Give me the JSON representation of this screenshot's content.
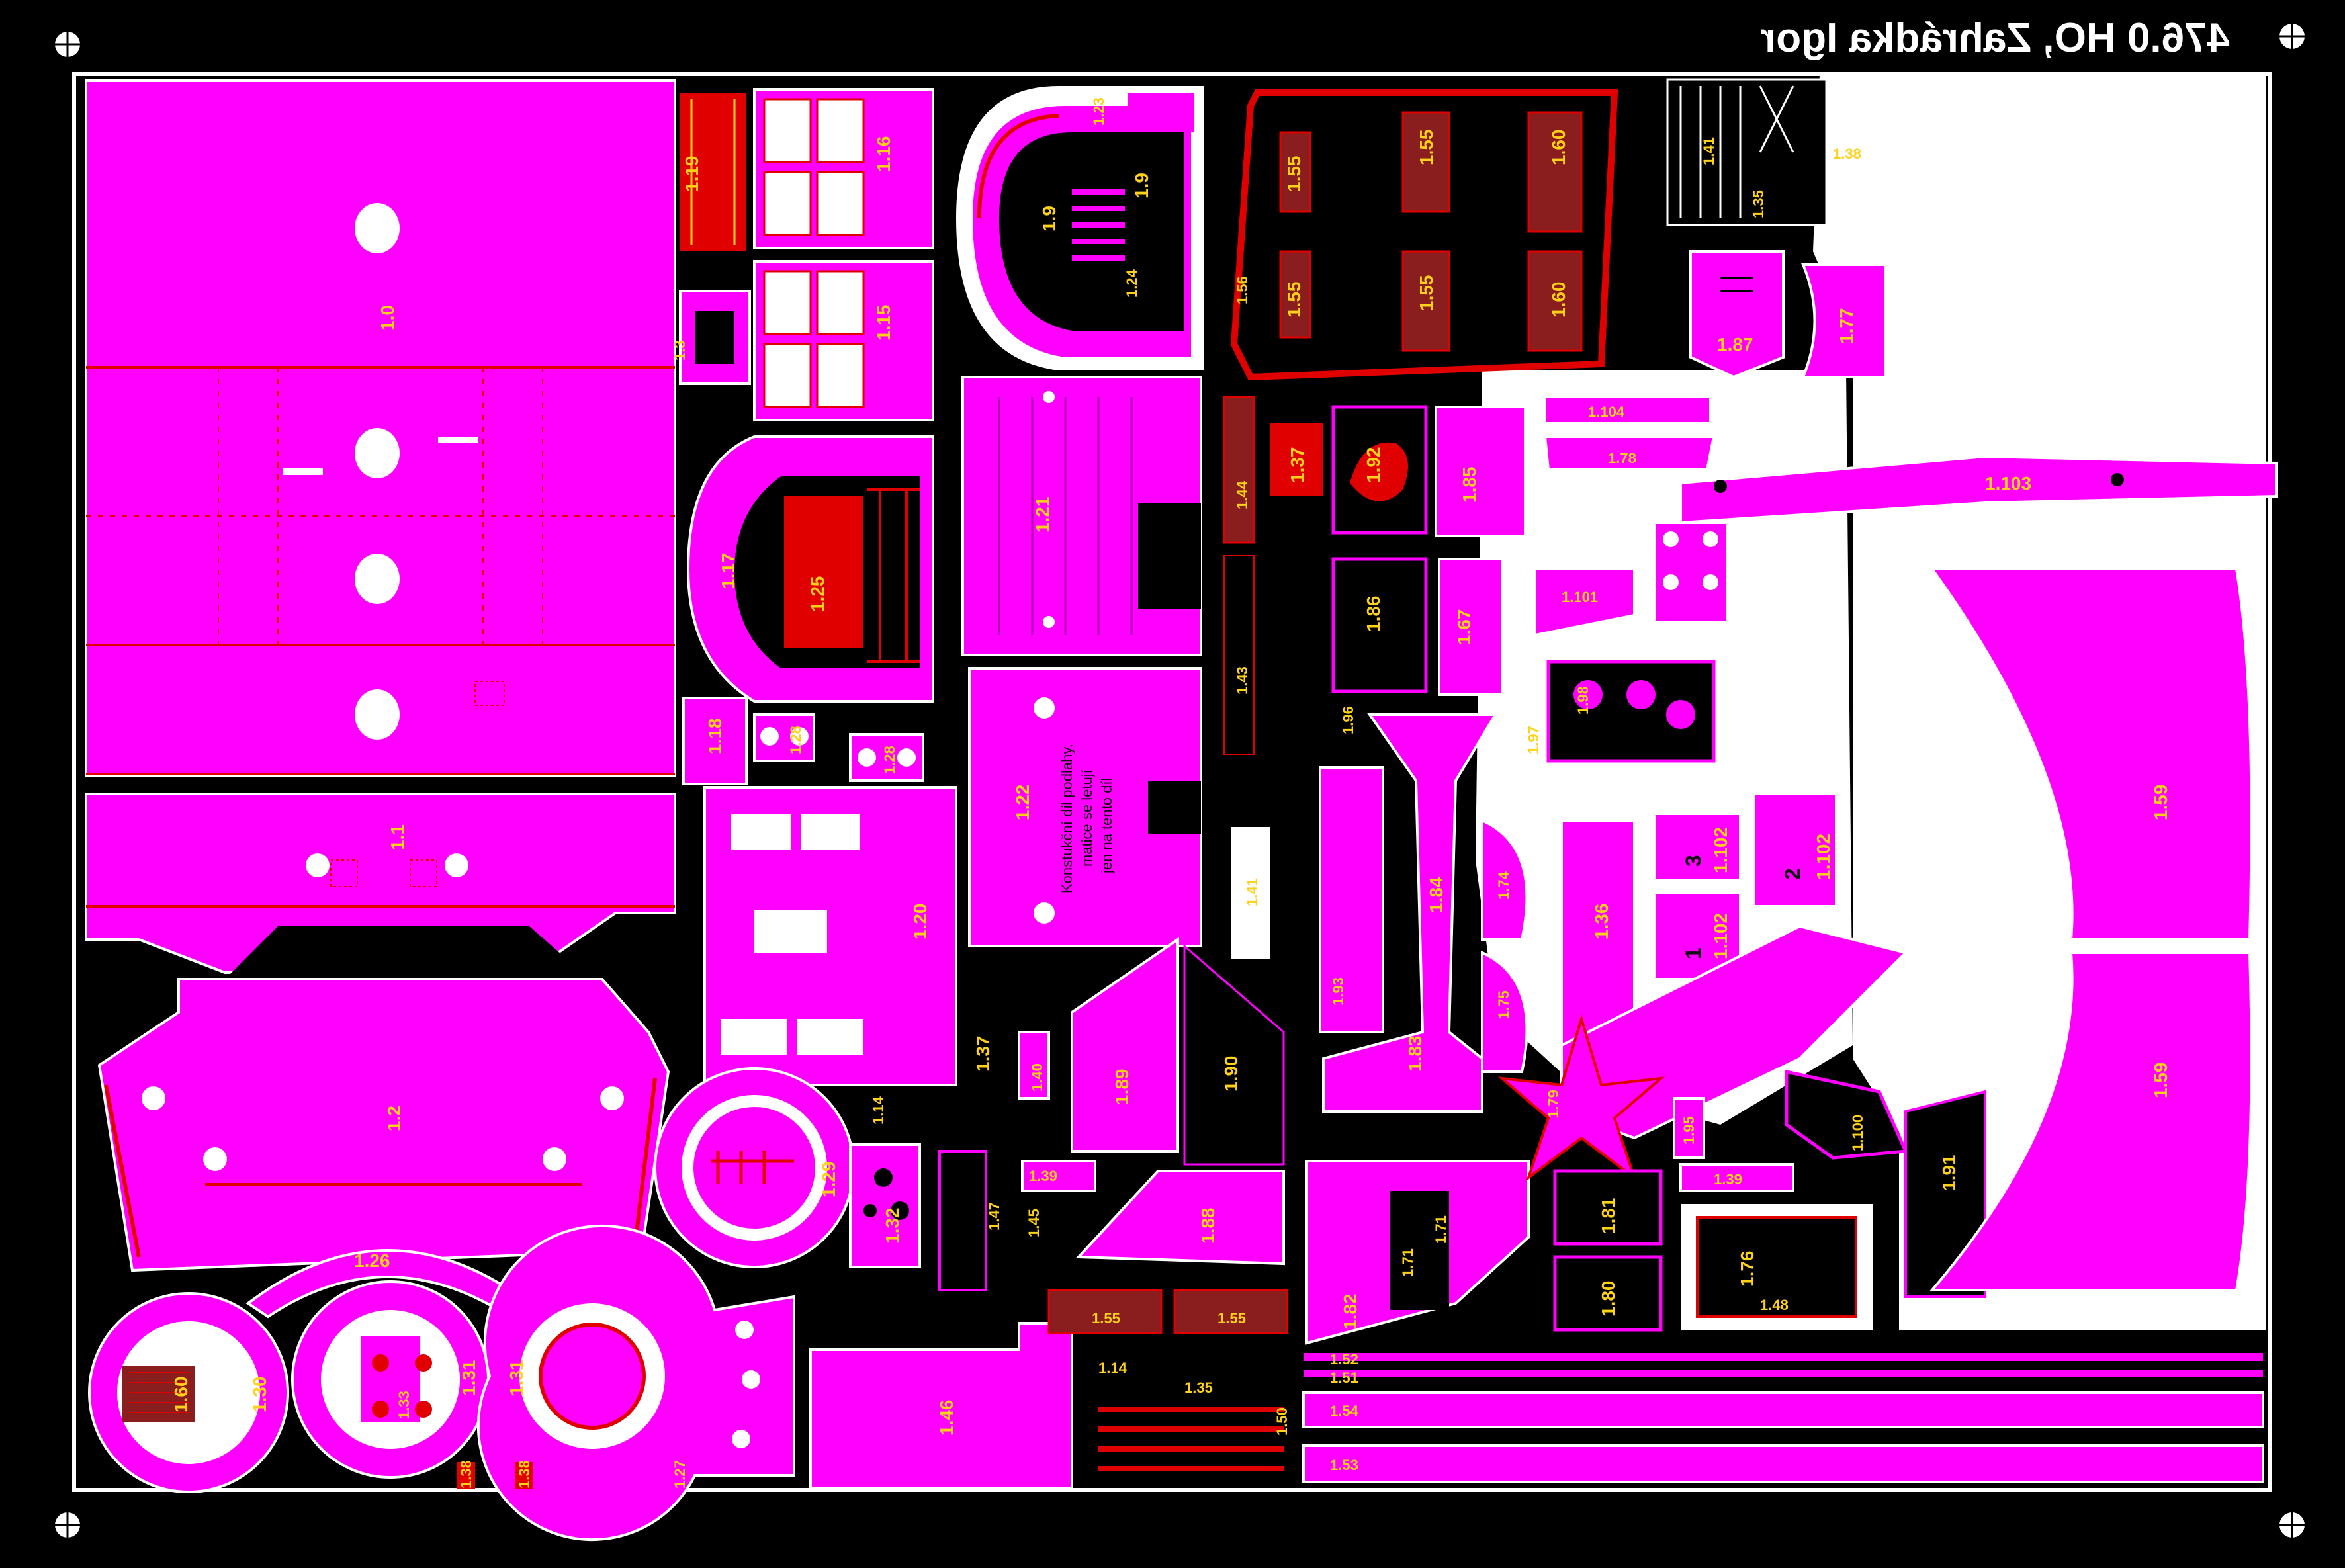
{
  "sheet": {
    "title": "476.0  HO, Zahrádka Igor",
    "note_lines": [
      "Konstukční díl podlahy,",
      "matice se letují",
      "jen na tento díl"
    ]
  },
  "parts": {
    "p1_0": "1.0",
    "p1_1": "1.1",
    "p1_2": "1.2",
    "p1_3": "1.3",
    "p1_9": "1.9",
    "p1_9b": "1.9",
    "p1_14": "1.14",
    "p1_14b": "1.14",
    "p1_15": "1.15",
    "p1_16": "1.16",
    "p1_17": "1.17",
    "p1_18": "1.18",
    "p1_19": "1.19",
    "p1_20": "1.20",
    "p1_21": "1.21",
    "p1_22": "1.22",
    "p1_23": "1.23",
    "p1_24": "1.24",
    "p1_25": "1.25",
    "p1_26": "1.26",
    "p1_27": "1.27",
    "p1_28": "1.28",
    "p1_28b": "1.28",
    "p1_29": "1.29",
    "p1_30": "1.30",
    "p1_31": "1.31",
    "p1_31b": "1.31",
    "p1_32": "1.32",
    "p1_33": "1.33",
    "p1_35": "1.35",
    "p1_36": "1.36",
    "p1_37": "1.37",
    "p1_37b": "1.37",
    "p1_38": "1.38",
    "p1_38b": "1.38",
    "p1_39": "1.39",
    "p1_40": "1.40",
    "p1_41": "1.41",
    "p1_43": "1.43",
    "p1_44": "1.44",
    "p1_45": "1.45",
    "p1_46": "1.46",
    "p1_47": "1.47",
    "p1_48": "1.48",
    "p1_50": "1.50",
    "p1_51": "1.51",
    "p1_52": "1.52",
    "p1_53": "1.53",
    "p1_54": "1.54",
    "p1_55a": "1.55",
    "p1_55b": "1.55",
    "p1_55c": "1.55",
    "p1_55d": "1.55",
    "p1_55e": "1.55",
    "p1_55f": "1.55",
    "p1_56": "1.56",
    "p1_59a": "1.59",
    "p1_59b": "1.59",
    "p1_60a": "1.60",
    "p1_60b": "1.60",
    "p1_60c": "1.60",
    "p1_67": "1.67",
    "p1_71a": "1.71",
    "p1_71b": "1.71",
    "p1_74": "1.74",
    "p1_75": "1.75",
    "p1_76": "1.76",
    "p1_77": "1.77",
    "p1_78": "1.78",
    "p1_79": "1.79",
    "p1_80": "1.80",
    "p1_81": "1.81",
    "p1_82": "1.82",
    "p1_83": "1.83",
    "p1_84": "1.84",
    "p1_85": "1.85",
    "p1_86": "1.86",
    "p1_87": "1.87",
    "p1_88": "1.88",
    "p1_89": "1.89",
    "p1_90": "1.90",
    "p1_91": "1.91",
    "p1_92": "1.92",
    "p1_93": "1.93",
    "p1_95": "1.95",
    "p1_96": "1.96",
    "p1_97": "1.97",
    "p1_98": "1.98",
    "p1_100": "1.100",
    "p1_101": "1.101",
    "p1_102a": "1.102",
    "p1_102b": "1.102",
    "p1_102c": "1.102",
    "p1_103": "1.103",
    "p1_104": "1.104",
    "n1": "1",
    "n2": "2",
    "n3": "3"
  }
}
